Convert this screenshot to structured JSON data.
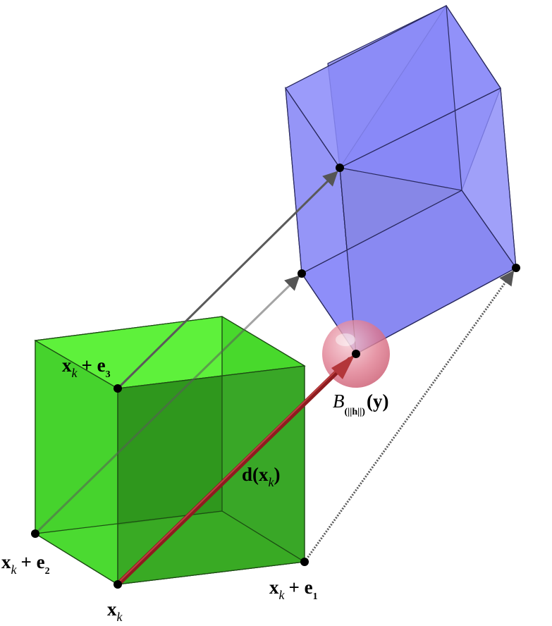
{
  "diagram": {
    "colors": {
      "green_cube": "#2bd61a",
      "green_cube_light": "#6af04a",
      "blue_cube": "#7f7ff8",
      "blue_cube_dark": "#6e6edc",
      "sphere": "#e58a9a",
      "vector_red": "#9a1f22",
      "vector_gray": "#555555",
      "edge": "#1a3a1a",
      "point": "#000000"
    },
    "labels": {
      "xk": {
        "main": "x",
        "sub": "k"
      },
      "xk_e1": {
        "main": "x",
        "sub": "k",
        "plus": "+ e",
        "idx": "1"
      },
      "xk_e2": {
        "main": "x",
        "sub": "k",
        "plus": "+ e",
        "idx": "2"
      },
      "xk_e3": {
        "main": "x",
        "sub": "k",
        "plus": "+ e",
        "idx": "3"
      },
      "d_xk": {
        "pre": "d(x",
        "sub": "k",
        "post": ")"
      },
      "ball": {
        "main": "B",
        "sub": "(||h||)",
        "post": "(y)"
      }
    }
  }
}
